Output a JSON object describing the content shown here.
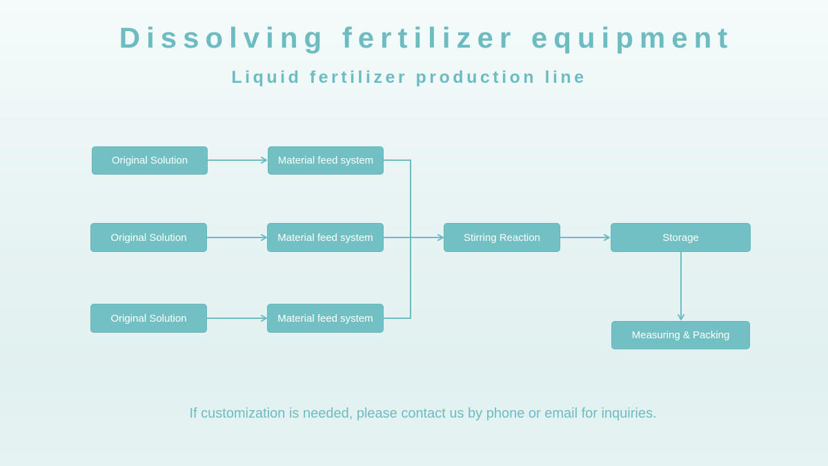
{
  "header": {
    "title": "Dissolving fertilizer equipment",
    "subtitle": "Liquid fertilizer production line"
  },
  "flow": {
    "sources": [
      {
        "label": "Original Solution"
      },
      {
        "label": "Original Solution"
      },
      {
        "label": "Original Solution"
      }
    ],
    "feeds": [
      {
        "label": "Material feed system"
      },
      {
        "label": "Material feed system"
      },
      {
        "label": "Material feed system"
      }
    ],
    "stirring": {
      "label": "Stirring Reaction"
    },
    "storage": {
      "label": "Storage"
    },
    "packing": {
      "label": "Measuring & Packing"
    }
  },
  "footer": {
    "note": "If customization is needed, please contact us by phone or email for inquiries."
  },
  "colors": {
    "accent": "#6cbcc2",
    "node_fill": "#72bfc4",
    "node_text": "#ffffff",
    "connector": "#6cbcc2"
  }
}
